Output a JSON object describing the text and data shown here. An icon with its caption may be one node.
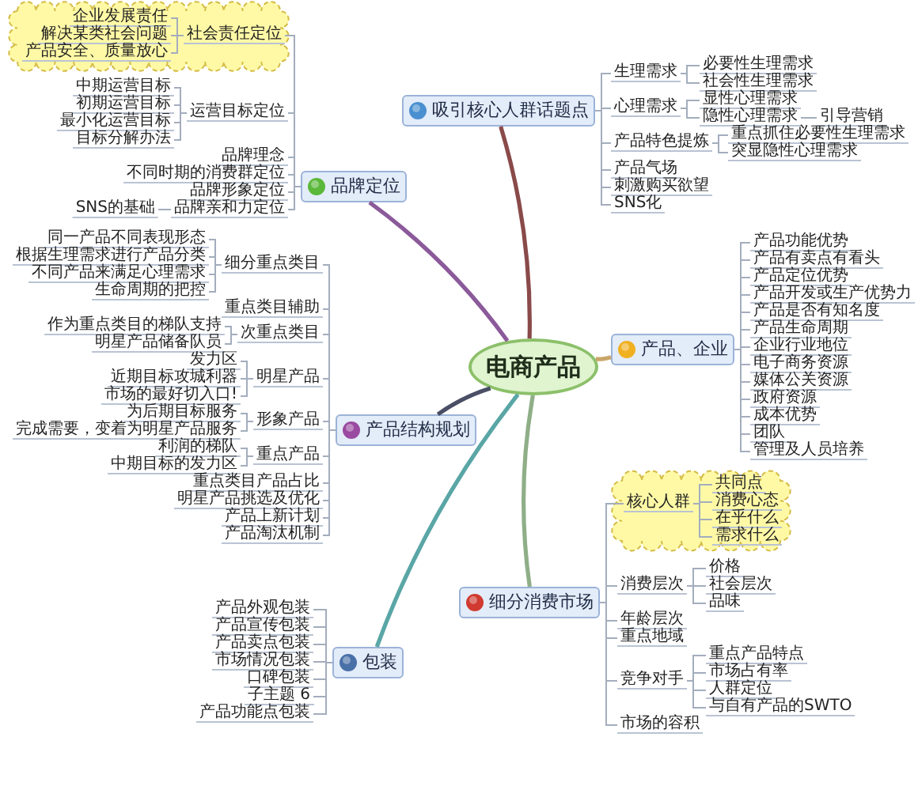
{
  "diagram": {
    "nodes": [
      {
        "text": [
          "电商产品"
        ]
      },
      {
        "text": [
          "品牌定位"
        ]
      },
      {
        "text": [],
        "shape": "cloud"
      },
      {
        "text": [
          "社会责任定位"
        ],
        "in": 2
      },
      {
        "text": [
          "企业发展责任"
        ],
        "in": 2
      },
      {
        "text": [
          "解决某类社会问题"
        ],
        "in": 2
      },
      {
        "text": [
          "产品安全、质量放心"
        ],
        "in": 2
      },
      {
        "text": [
          "运营目标定位"
        ]
      },
      {
        "text": [
          "中期运营目标"
        ]
      },
      {
        "text": [
          "初期运营目标"
        ]
      },
      {
        "text": [
          "最小化运营目标"
        ]
      },
      {
        "text": [
          "目标分解办法"
        ]
      },
      {
        "text": [
          "品牌理念"
        ]
      },
      {
        "text": [
          "不同时期的消费群定位"
        ]
      },
      {
        "text": [
          "品牌形象定位"
        ]
      },
      {
        "text": [
          "品牌亲和力定位"
        ]
      },
      {
        "text": [
          "SNS的基础"
        ]
      },
      {
        "text": [
          "吸引核心人群话题点"
        ]
      },
      {
        "text": [
          "生理需求"
        ]
      },
      {
        "text": [
          "必要性生理需求"
        ]
      },
      {
        "text": [
          "社会性生理需求"
        ]
      },
      {
        "text": [
          "心理需求"
        ]
      },
      {
        "text": [
          "显性心理需求"
        ]
      },
      {
        "text": [
          "隐性心理需求"
        ]
      },
      {
        "text": [
          "引导营销"
        ]
      },
      {
        "text": [
          "产品特色提炼"
        ]
      },
      {
        "text": [
          "重点抓住必要性生理需求"
        ]
      },
      {
        "text": [
          "突显隐性心理需求"
        ]
      },
      {
        "text": [
          "产品气场"
        ]
      },
      {
        "text": [
          "刺激购买欲望"
        ]
      },
      {
        "text": [
          "SNS化"
        ]
      },
      {
        "text": [
          "产品、企业"
        ]
      },
      {
        "text": [
          "产品功能优势"
        ]
      },
      {
        "text": [
          "产品有卖点有看头"
        ]
      },
      {
        "text": [
          "产品定位优势"
        ]
      },
      {
        "text": [
          "产品开发或生产优势力"
        ]
      },
      {
        "text": [
          "产品是否有知名度"
        ]
      },
      {
        "text": [
          "产品生命周期"
        ]
      },
      {
        "text": [
          "企业行业地位"
        ]
      },
      {
        "text": [
          "电子商务资源"
        ]
      },
      {
        "text": [
          "媒体公关资源"
        ]
      },
      {
        "text": [
          "政府资源"
        ]
      },
      {
        "text": [
          "成本优势"
        ]
      },
      {
        "text": [
          "团队"
        ]
      },
      {
        "text": [
          "管理及人员培养"
        ]
      },
      {
        "text": [
          "产品结构规划"
        ]
      },
      {
        "text": [
          "细分重点类目"
        ]
      },
      {
        "text": [
          "同一产品不同表现形态"
        ]
      },
      {
        "text": [
          "根据生理需求进行产品分类"
        ]
      },
      {
        "text": [
          "不同产品来满足心理需求"
        ]
      },
      {
        "text": [
          "生命周期的把控"
        ]
      },
      {
        "text": [
          "重点类目辅助"
        ]
      },
      {
        "text": [
          "次重点类目"
        ]
      },
      {
        "text": [
          "作为重点类目的梯队支持"
        ]
      },
      {
        "text": [
          "明星产品储备队员"
        ]
      },
      {
        "text": [
          "明星产品"
        ]
      },
      {
        "text": [
          "发力区"
        ]
      },
      {
        "text": [
          "近期目标攻城利器"
        ]
      },
      {
        "text": [
          "市场的最好切入口!"
        ]
      },
      {
        "text": [
          "形象产品"
        ]
      },
      {
        "text": [
          "为后期目标服务"
        ]
      },
      {
        "text": [
          "完成需要，变着为明星产品服务"
        ]
      },
      {
        "text": [
          "重点产品"
        ]
      },
      {
        "text": [
          "利润的梯队"
        ]
      },
      {
        "text": [
          "中期目标的发力区"
        ]
      },
      {
        "text": [
          "重点类目产品占比"
        ]
      },
      {
        "text": [
          "明星产品挑选及优化"
        ]
      },
      {
        "text": [
          "产品上新计划"
        ]
      },
      {
        "text": [
          "产品淘汰机制"
        ]
      },
      {
        "text": [
          "细分消费市场"
        ]
      },
      {
        "text": [],
        "shape": "cloud"
      },
      {
        "text": [
          "核心人群"
        ],
        "in": 70
      },
      {
        "text": [
          "共同点"
        ],
        "in": 70
      },
      {
        "text": [
          "消费心态"
        ],
        "in": 70
      },
      {
        "text": [
          "在乎什么"
        ],
        "in": 70
      },
      {
        "text": [
          "需求什么"
        ],
        "in": 70
      },
      {
        "text": [
          "消费层次"
        ]
      },
      {
        "text": [
          "价格"
        ]
      },
      {
        "text": [
          "社会层次"
        ]
      },
      {
        "text": [
          "品味"
        ]
      },
      {
        "text": [
          "年龄层次"
        ]
      },
      {
        "text": [
          "重点地域"
        ]
      },
      {
        "text": [
          "竞争对手"
        ]
      },
      {
        "text": [
          "重点产品特点"
        ]
      },
      {
        "text": [
          "市场占有率"
        ]
      },
      {
        "text": [
          "人群定位"
        ]
      },
      {
        "text": [
          "与自有产品的SWTO"
        ]
      },
      {
        "text": [
          "市场的容积"
        ]
      },
      {
        "text": [
          "包装"
        ]
      },
      {
        "text": [
          "产品外观包装"
        ]
      },
      {
        "text": [
          "产品宣传包装"
        ]
      },
      {
        "text": [
          "产品卖点包装"
        ]
      },
      {
        "text": [
          "市场情况包装"
        ]
      },
      {
        "text": [
          "口碑包装"
        ]
      },
      {
        "text": [
          "子主题 6"
        ]
      },
      {
        "text": [
          "产品功能点包装"
        ]
      }
    ],
    "edges": [
      {
        "from": 0,
        "to": 1,
        "arrow": "none",
        "style": "thick",
        "color": "#8b5a9a"
      },
      {
        "from": 0,
        "to": 17,
        "arrow": "none",
        "style": "thick",
        "color": "#8a4a4a"
      },
      {
        "from": 0,
        "to": 31,
        "arrow": "none",
        "style": "thick",
        "color": "#c9a56a"
      },
      {
        "from": 0,
        "to": 45,
        "arrow": "none",
        "style": "thick",
        "color": "#4a4f66"
      },
      {
        "from": 0,
        "to": 69,
        "arrow": "none",
        "style": "thick",
        "color": "#8fae88"
      },
      {
        "from": 0,
        "to": 88,
        "arrow": "none",
        "style": "thick",
        "color": "#5aa6a6"
      },
      {
        "from": 1,
        "to": 3,
        "arrow": "none"
      },
      {
        "from": 1,
        "to": 7,
        "arrow": "none"
      },
      {
        "from": 1,
        "to": 12,
        "arrow": "none"
      },
      {
        "from": 1,
        "to": 13,
        "arrow": "none"
      },
      {
        "from": 1,
        "to": 14,
        "arrow": "none"
      },
      {
        "from": 1,
        "to": 15,
        "arrow": "none"
      },
      {
        "from": 3,
        "to": 4,
        "arrow": "none"
      },
      {
        "from": 3,
        "to": 5,
        "arrow": "none"
      },
      {
        "from": 3,
        "to": 6,
        "arrow": "none"
      },
      {
        "from": 7,
        "to": 8,
        "arrow": "none"
      },
      {
        "from": 7,
        "to": 9,
        "arrow": "none"
      },
      {
        "from": 7,
        "to": 10,
        "arrow": "none"
      },
      {
        "from": 7,
        "to": 11,
        "arrow": "none"
      },
      {
        "from": 15,
        "to": 16,
        "arrow": "none"
      },
      {
        "from": 17,
        "to": 18,
        "arrow": "none"
      },
      {
        "from": 17,
        "to": 21,
        "arrow": "none"
      },
      {
        "from": 17,
        "to": 25,
        "arrow": "none"
      },
      {
        "from": 17,
        "to": 28,
        "arrow": "none"
      },
      {
        "from": 17,
        "to": 29,
        "arrow": "none"
      },
      {
        "from": 17,
        "to": 30,
        "arrow": "none"
      },
      {
        "from": 18,
        "to": 19,
        "arrow": "none"
      },
      {
        "from": 18,
        "to": 20,
        "arrow": "none"
      },
      {
        "from": 21,
        "to": 22,
        "arrow": "none"
      },
      {
        "from": 21,
        "to": 23,
        "arrow": "none"
      },
      {
        "from": 23,
        "to": 24,
        "arrow": "none"
      },
      {
        "from": 25,
        "to": 26,
        "arrow": "none"
      },
      {
        "from": 25,
        "to": 27,
        "arrow": "none"
      },
      {
        "from": 31,
        "to": 32,
        "arrow": "none"
      },
      {
        "from": 31,
        "to": 33,
        "arrow": "none"
      },
      {
        "from": 31,
        "to": 34,
        "arrow": "none"
      },
      {
        "from": 31,
        "to": 35,
        "arrow": "none"
      },
      {
        "from": 31,
        "to": 36,
        "arrow": "none"
      },
      {
        "from": 31,
        "to": 37,
        "arrow": "none"
      },
      {
        "from": 31,
        "to": 38,
        "arrow": "none"
      },
      {
        "from": 31,
        "to": 39,
        "arrow": "none"
      },
      {
        "from": 31,
        "to": 40,
        "arrow": "none"
      },
      {
        "from": 31,
        "to": 41,
        "arrow": "none"
      },
      {
        "from": 31,
        "to": 42,
        "arrow": "none"
      },
      {
        "from": 31,
        "to": 43,
        "arrow": "none"
      },
      {
        "from": 31,
        "to": 44,
        "arrow": "none"
      },
      {
        "from": 45,
        "to": 46,
        "arrow": "none"
      },
      {
        "from": 45,
        "to": 51,
        "arrow": "none"
      },
      {
        "from": 45,
        "to": 52,
        "arrow": "none"
      },
      {
        "from": 45,
        "to": 55,
        "arrow": "none"
      },
      {
        "from": 45,
        "to": 59,
        "arrow": "none"
      },
      {
        "from": 45,
        "to": 62,
        "arrow": "none"
      },
      {
        "from": 45,
        "to": 65,
        "arrow": "none"
      },
      {
        "from": 45,
        "to": 66,
        "arrow": "none"
      },
      {
        "from": 45,
        "to": 67,
        "arrow": "none"
      },
      {
        "from": 45,
        "to": 68,
        "arrow": "none"
      },
      {
        "from": 46,
        "to": 47,
        "arrow": "none"
      },
      {
        "from": 46,
        "to": 48,
        "arrow": "none"
      },
      {
        "from": 46,
        "to": 49,
        "arrow": "none"
      },
      {
        "from": 46,
        "to": 50,
        "arrow": "none"
      },
      {
        "from": 52,
        "to": 53,
        "arrow": "none"
      },
      {
        "from": 52,
        "to": 54,
        "arrow": "none"
      },
      {
        "from": 55,
        "to": 56,
        "arrow": "none"
      },
      {
        "from": 55,
        "to": 57,
        "arrow": "none"
      },
      {
        "from": 55,
        "to": 58,
        "arrow": "none"
      },
      {
        "from": 59,
        "to": 60,
        "arrow": "none"
      },
      {
        "from": 59,
        "to": 61,
        "arrow": "none"
      },
      {
        "from": 62,
        "to": 63,
        "arrow": "none"
      },
      {
        "from": 62,
        "to": 64,
        "arrow": "none"
      },
      {
        "from": 69,
        "to": 71,
        "arrow": "none"
      },
      {
        "from": 69,
        "to": 76,
        "arrow": "none"
      },
      {
        "from": 69,
        "to": 80,
        "arrow": "none"
      },
      {
        "from": 69,
        "to": 81,
        "arrow": "none"
      },
      {
        "from": 69,
        "to": 82,
        "arrow": "none"
      },
      {
        "from": 69,
        "to": 87,
        "arrow": "none"
      },
      {
        "from": 71,
        "to": 72,
        "arrow": "none"
      },
      {
        "from": 71,
        "to": 73,
        "arrow": "none"
      },
      {
        "from": 71,
        "to": 74,
        "arrow": "none"
      },
      {
        "from": 71,
        "to": 75,
        "arrow": "none"
      },
      {
        "from": 76,
        "to": 77,
        "arrow": "none"
      },
      {
        "from": 76,
        "to": 78,
        "arrow": "none"
      },
      {
        "from": 76,
        "to": 79,
        "arrow": "none"
      },
      {
        "from": 82,
        "to": 83,
        "arrow": "none"
      },
      {
        "from": 82,
        "to": 84,
        "arrow": "none"
      },
      {
        "from": 82,
        "to": 85,
        "arrow": "none"
      },
      {
        "from": 82,
        "to": 86,
        "arrow": "none"
      },
      {
        "from": 88,
        "to": 89,
        "arrow": "none"
      },
      {
        "from": 88,
        "to": 90,
        "arrow": "none"
      },
      {
        "from": 88,
        "to": 91,
        "arrow": "none"
      },
      {
        "from": 88,
        "to": 92,
        "arrow": "none"
      },
      {
        "from": 88,
        "to": 93,
        "arrow": "none"
      },
      {
        "from": 88,
        "to": 94,
        "arrow": "none"
      },
      {
        "from": 88,
        "to": 95,
        "arrow": "none"
      }
    ]
  }
}
